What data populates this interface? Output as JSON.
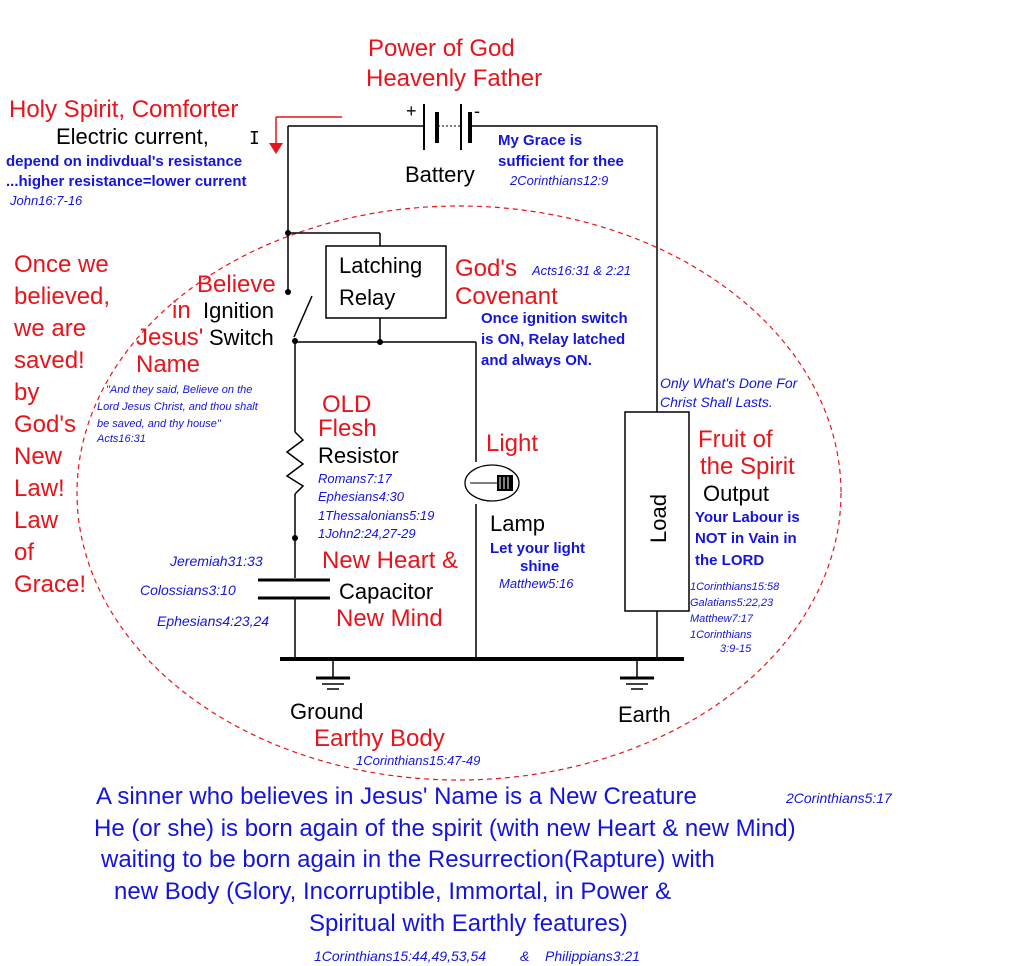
{
  "labels": {
    "power_of_god": "Power of God",
    "heavenly_father": "Heavenly Father",
    "holy_spirit": "Holy Spirit, Comforter",
    "electric_current": "Electric current,",
    "current_symbol": "I",
    "depend_resistance": "depend on indivdual's resistance",
    "higher_resistance": "...higher resistance=lower current",
    "john16": "John16:7-16",
    "battery": "Battery",
    "battery_plus": "+",
    "battery_minus": "-",
    "my_grace_1": "My Grace is",
    "my_grace_2": "sufficient for thee",
    "cor12": "2Corinthians12:9",
    "latching": "Latching",
    "relay": "Relay",
    "gods": "God's",
    "covenant": "Covenant",
    "acts16_2": "Acts16:31 & 2:21",
    "once_ignition_1": "Once ignition switch",
    "once_ignition_2": "is ON, Relay latched",
    "once_ignition_3": "and always ON.",
    "believe": "Believe",
    "in": "in",
    "ignition": "Ignition",
    "jesus": "Jesus'",
    "switch": "Switch",
    "name": "Name",
    "once_we": [
      "Once we",
      "believed,",
      "we are",
      "saved!",
      "by",
      "God's",
      "New",
      "Law!",
      "Law",
      "of",
      "Grace!"
    ],
    "quote_1": "\"And they said, Believe on the",
    "quote_2": "Lord Jesus Christ, and thou shalt",
    "quote_3": "be saved, and thy house\"",
    "acts16": "Acts16:31",
    "old": "OLD",
    "flesh": "Flesh",
    "resistor": "Resistor",
    "romans": "Romans7:17",
    "ephesians430": "Ephesians4:30",
    "thess": "1Thessalonians5:19",
    "john2": "1John2:24,27-29",
    "light": "Light",
    "lamp": "Lamp",
    "let_light_1": "Let your light",
    "let_light_2": "shine",
    "matthew516": "Matthew5:16",
    "only_whats_1": "Only What's Done For",
    "only_whats_2": "Christ Shall Lasts.",
    "load": "Load",
    "fruit_of": "Fruit of",
    "the_spirit": "the Spirit",
    "output": "Output",
    "labour_1": "Your Labour is",
    "labour_2": "NOT in Vain in",
    "labour_3": "the LORD",
    "cor15_58": "1Corinthians15:58",
    "gal": "Galatians5:22,23",
    "matt7": "Matthew7:17",
    "cor1": "1Corinthians",
    "cor1_verse": "3:9-15",
    "jeremiah": "Jeremiah31:33",
    "colossians": "Colossians3:10",
    "ephesians423": "Ephesians4:23,24",
    "new_heart": "New Heart &",
    "capacitor": "Capacitor",
    "new_mind": "New Mind",
    "ground": "Ground",
    "earth": "Earth",
    "earthy_body": "Earthy Body",
    "cor15_47": "1Corinthians15:47-49"
  },
  "footer": {
    "line1": "A sinner who believes in Jesus' Name is a New Creature",
    "line1_ref": "2Corinthians5:17",
    "line2": "He (or she) is born again of the spirit (with new Heart & new Mind)",
    "line3": "waiting to be born again in the Resurrection(Rapture) with",
    "line4": "new Body (Glory, Incorruptible, Immortal, in Power &",
    "line5": "Spiritual with Earthly features)",
    "ref1": "1Corinthians15:44,49,53,54",
    "amp": "&",
    "ref2": "Philippians3:21"
  },
  "colors": {
    "red": "#e8141c",
    "blue": "#1414e0",
    "black": "#000000"
  }
}
